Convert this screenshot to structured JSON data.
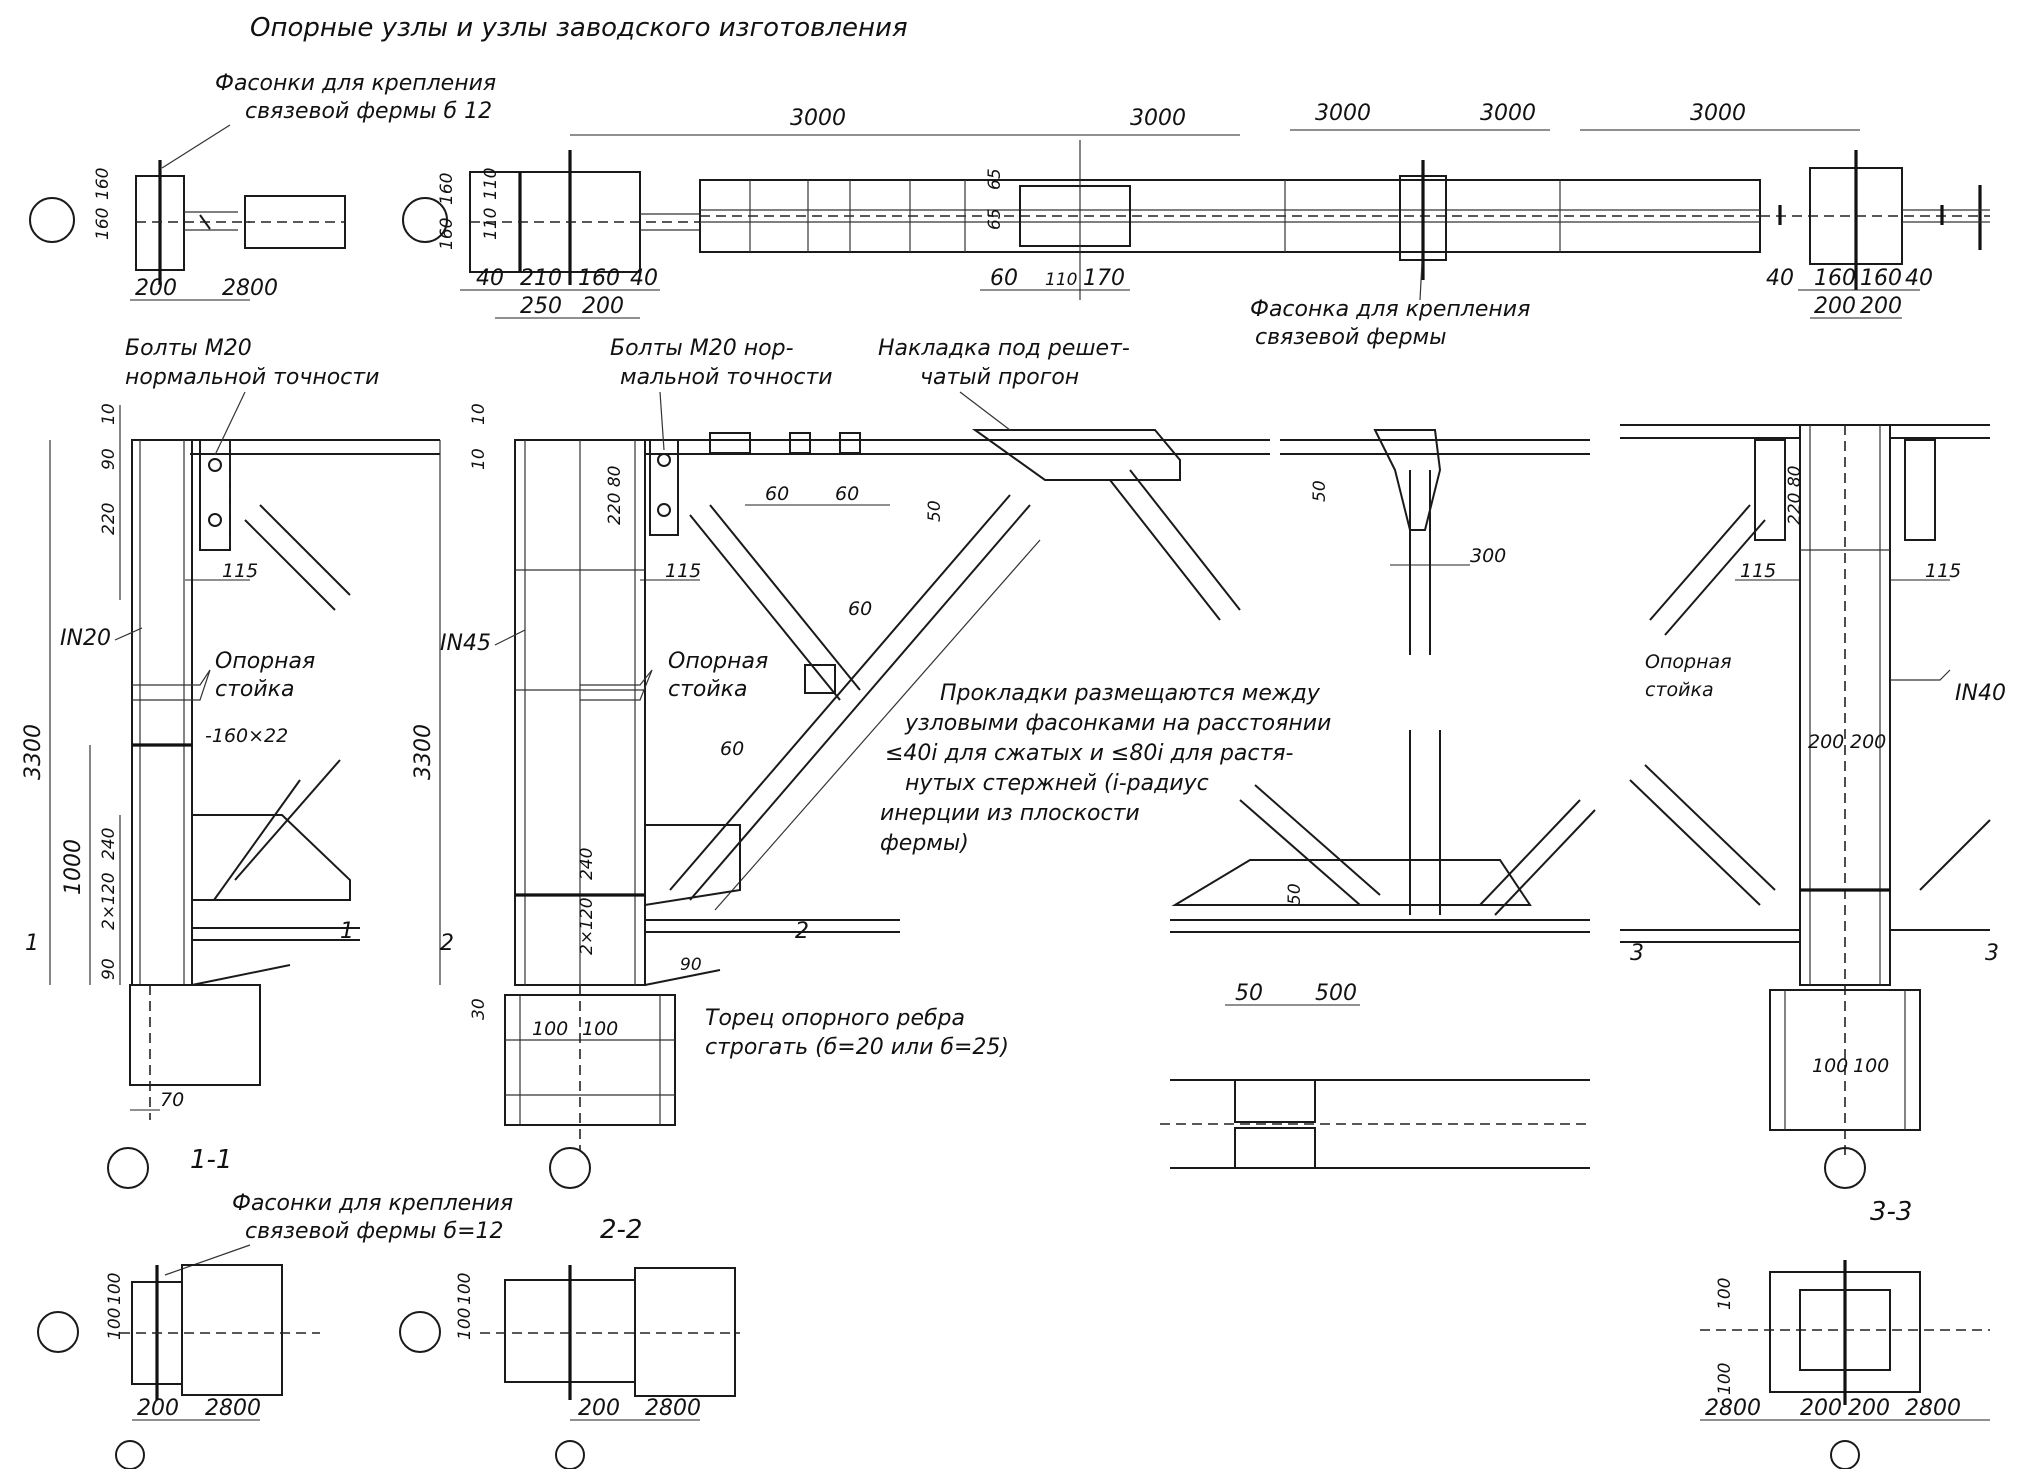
{
  "title": "Опорные узлы и узлы заводского изготовления",
  "notes": {
    "gussets_top": [
      "Фасонки для крепления",
      "связевой фермы б 12"
    ],
    "gusset_right": [
      "Фасонка для крепления",
      "связевой фермы"
    ],
    "bolts_left": [
      "Болты М20",
      "нормальной точности"
    ],
    "bolts_mid": [
      "Болты М20 нор-",
      "мальной точности"
    ],
    "overlay": [
      "Накладка под решет-",
      "чатый прогон"
    ],
    "support_post": [
      "Опорная",
      "стойка"
    ],
    "spacers": [
      "Прокладки размещаются между",
      "узловыми фасонками на расстоянии",
      "≤40i для сжатых и ≤80i для растя-",
      "нутых стержней (i-радиус",
      "инерции      из плоскости",
      "фермы)"
    ],
    "end_rib": [
      "Торец опорного ребра",
      "строгать (б=20 или б=25)"
    ],
    "gussets_bottom": [
      "Фасонки для крепления",
      "связевой фермы б=12"
    ]
  },
  "profiles": {
    "i20": "IN20",
    "i45": "IN45",
    "i40": "IN40",
    "plate": "-160×22"
  },
  "sections": {
    "s11": "1-1",
    "s22": "2-2",
    "s33": "3-3",
    "m1": "1",
    "m2": "2",
    "m3": "3"
  },
  "dims": {
    "span_3000": "3000",
    "h3300": "3300",
    "d1000": "1000",
    "d2800": "2800",
    "d200": "200",
    "d160": "160",
    "d110": "110",
    "d40": "40",
    "d210": "210",
    "d250": "250",
    "d60": "60",
    "d65": "65",
    "d170": "170",
    "d10": "10",
    "d90": "90",
    "d220": "220",
    "d220_80": "220 80",
    "d115": "115",
    "d240": "240",
    "d2x120": "2×120",
    "d70": "70",
    "d30": "30",
    "d100": "100",
    "d50": "50",
    "d300": "300",
    "d500": "500"
  },
  "colors": {
    "ink": "#111111",
    "paper": "#ffffff"
  }
}
